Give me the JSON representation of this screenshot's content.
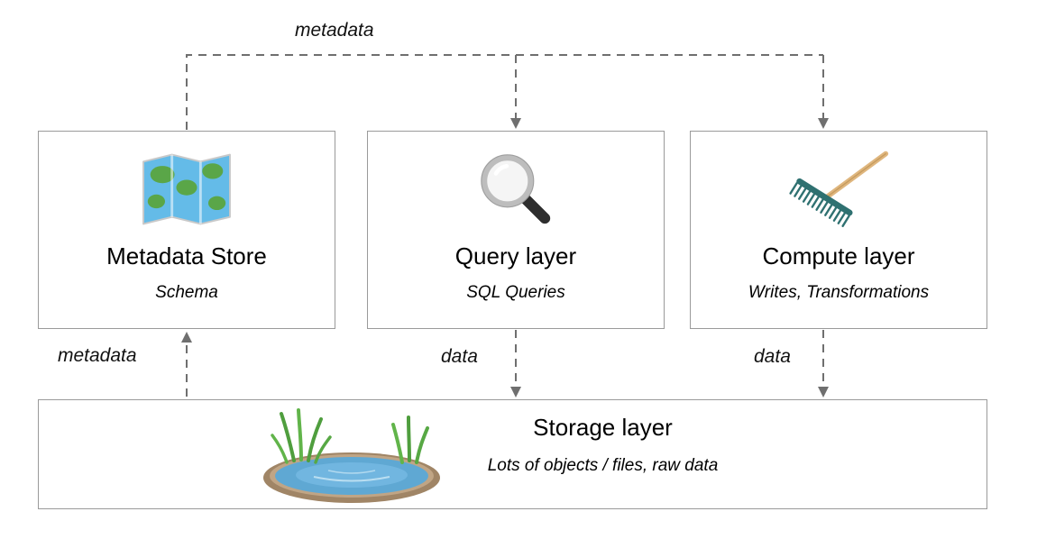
{
  "diagram": {
    "nodes": {
      "metadata_store": {
        "title": "Metadata Store",
        "subtitle": "Schema",
        "icon": "map"
      },
      "query_layer": {
        "title": "Query layer",
        "subtitle": "SQL Queries",
        "icon": "magnifying-glass"
      },
      "compute_layer": {
        "title": "Compute layer",
        "subtitle": "Writes, Transformations",
        "icon": "rake"
      },
      "storage_layer": {
        "title": "Storage layer",
        "subtitle": "Lots of objects / files, raw data",
        "icon": "pond"
      }
    },
    "edge_labels": {
      "metadata_top": "metadata",
      "metadata_left": "metadata",
      "data_query": "data",
      "data_compute": "data"
    },
    "colors": {
      "box_border": "#9a9a9a",
      "connector": "#6f6f6f",
      "text": "#000000",
      "background": "#ffffff"
    }
  }
}
